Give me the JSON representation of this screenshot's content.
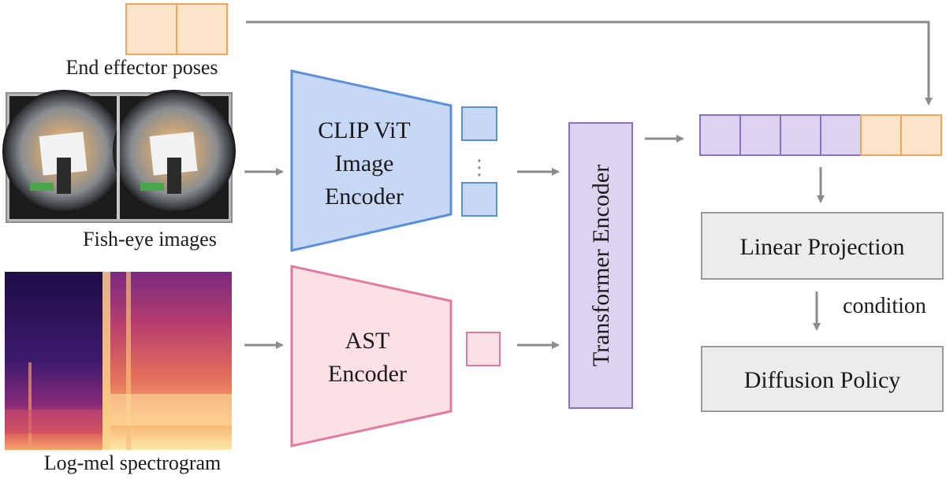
{
  "inputs": {
    "poses_label": "End effector poses",
    "fisheye_label": "Fish-eye images",
    "spectrogram_label": "Log-mel spectrogram"
  },
  "encoders": {
    "clip_line1": "CLIP ViT",
    "clip_line2": "Image",
    "clip_line3": "Encoder",
    "ast_line1": "AST",
    "ast_line2": "Encoder",
    "transformer": "Transformer Encoder"
  },
  "tokens": {
    "vis_ellipsis": "⋮"
  },
  "outputs": {
    "linear": "Linear Projection",
    "condition": "condition",
    "diffusion": "Diffusion Policy"
  },
  "colors": {
    "orange_fill": "#fde3c8",
    "orange_stroke": "#f0a55a",
    "blue_fill": "#c6d8f5",
    "blue_stroke": "#5b8fd8",
    "pink_fill": "#fbe0e6",
    "pink_stroke": "#e07aa0",
    "purple_fill": "#dcd3f0",
    "purple_stroke": "#8a70c8",
    "gray_fill": "#ececec",
    "gray_stroke": "#9a9a9a",
    "arrow": "#8c8c8c"
  }
}
